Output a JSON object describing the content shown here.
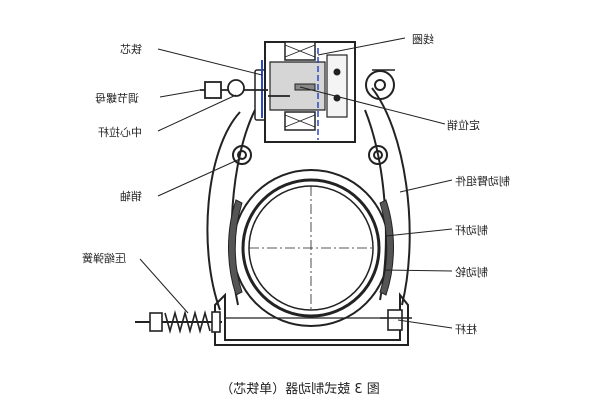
{
  "labels": {
    "iron_core": "铁芯",
    "adjust_nut": "调节螺母",
    "center_rod": "中心拉杆",
    "pin_shaft": "销轴",
    "spring": "压缩弹簧",
    "coil": "线圈",
    "positioning_pin": "定位销",
    "arm_assembly": "制动臂组件",
    "brake_arm": "制动杆",
    "brake_wheel": "制动轮",
    "pillar": "柱杆"
  },
  "caption": "图 3 鼓式制动器（单铁芯）"
}
